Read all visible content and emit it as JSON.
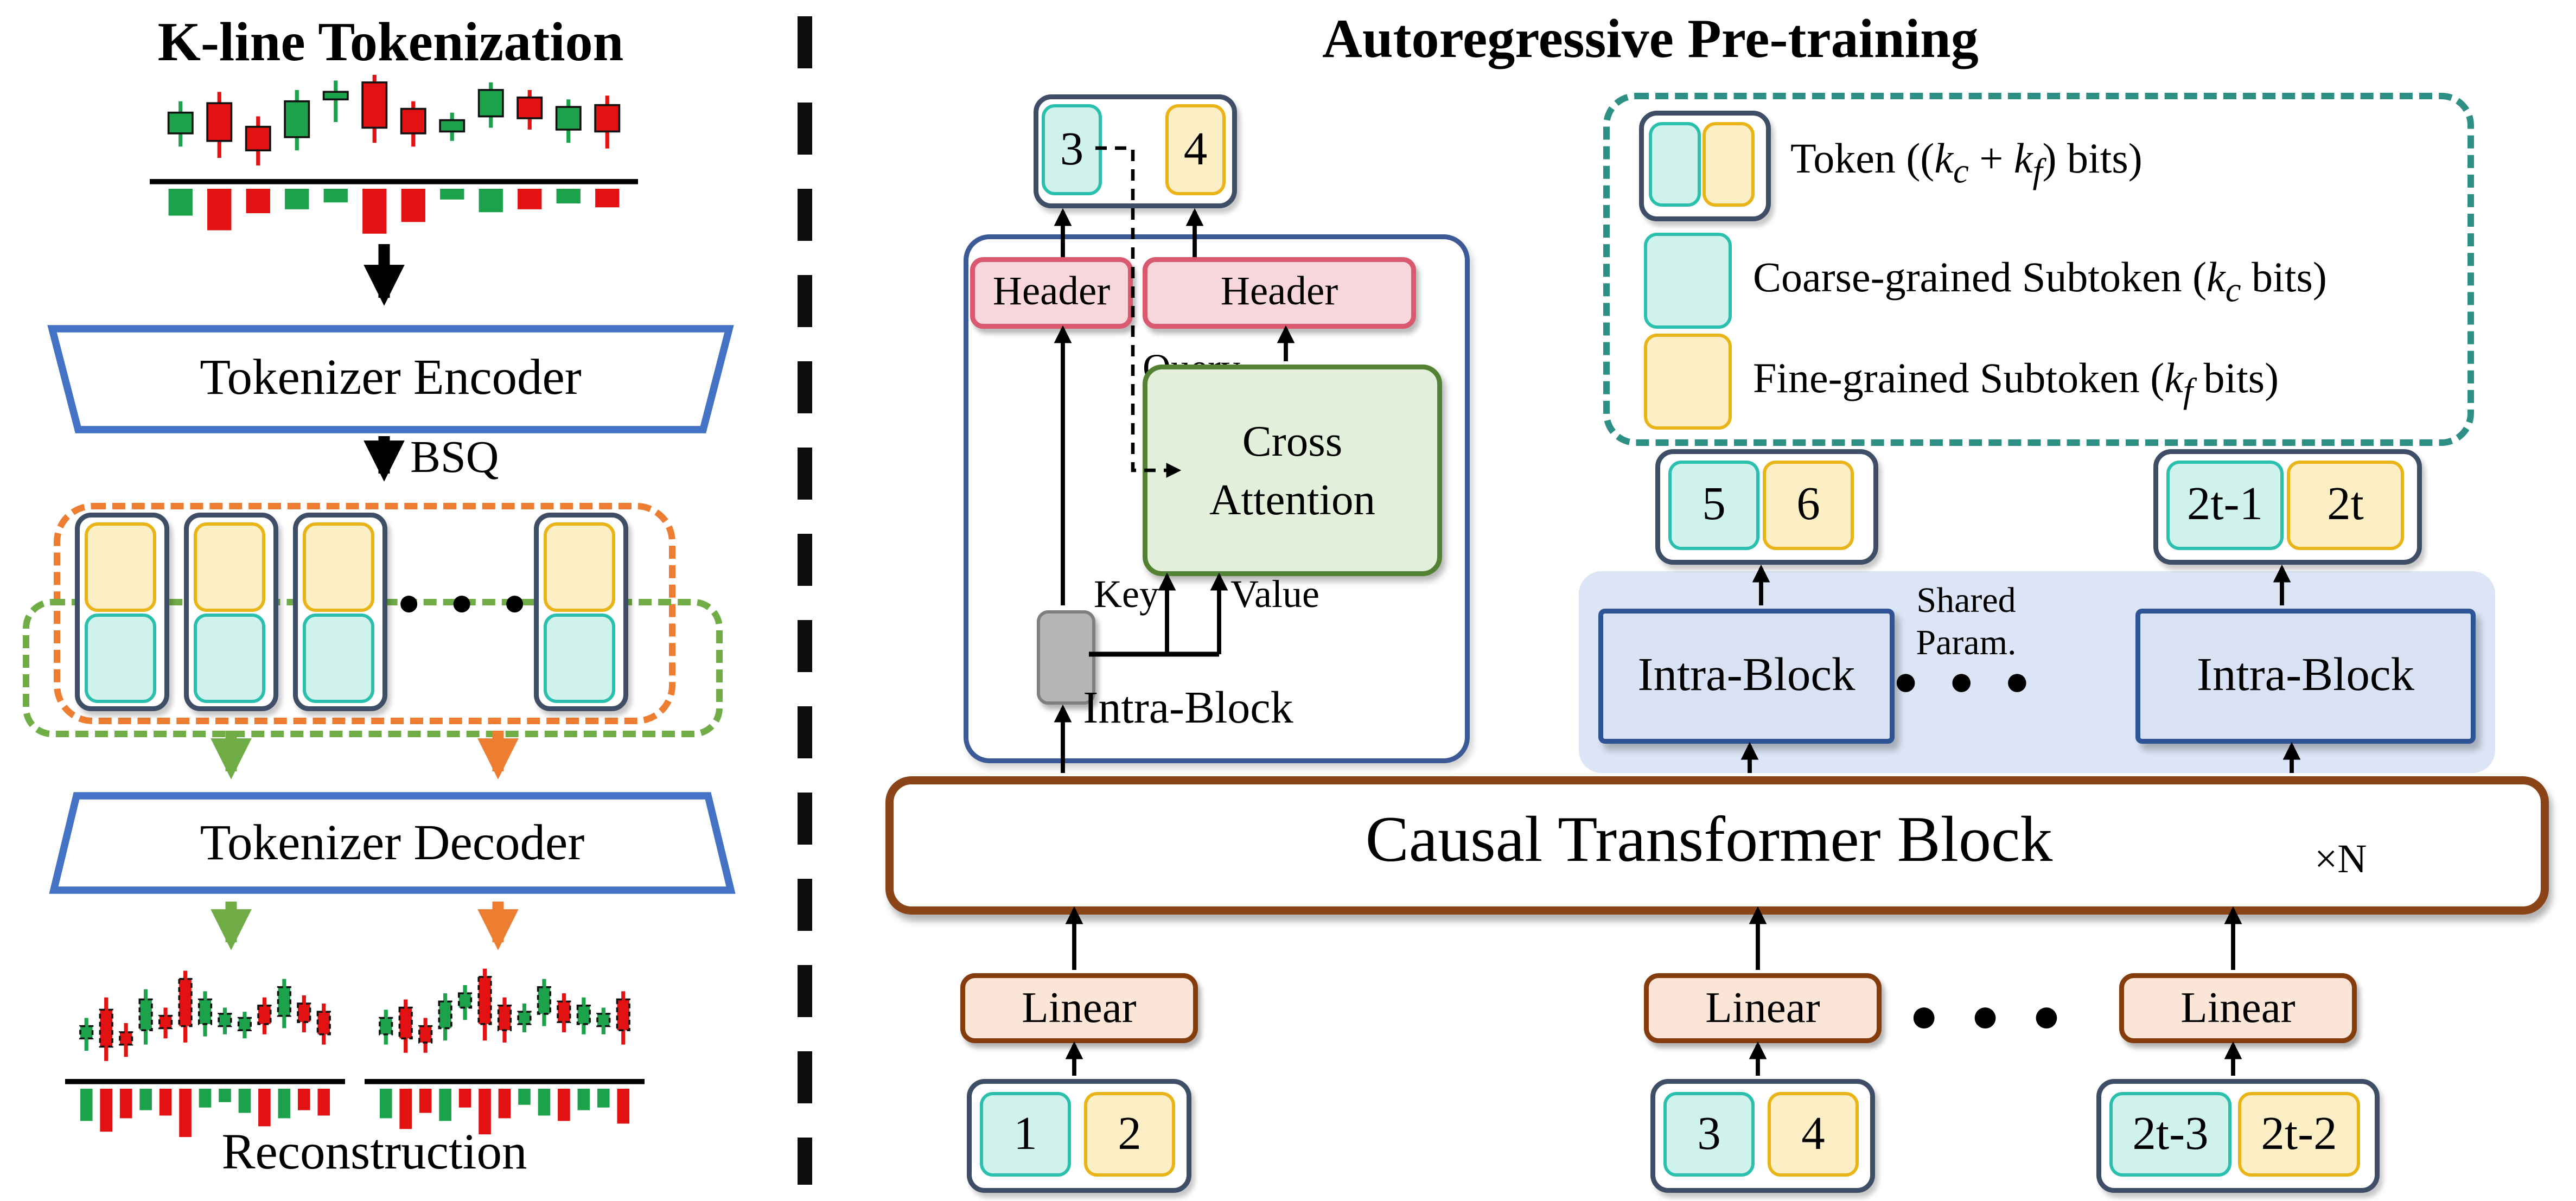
{
  "left_panel": {
    "title": "K-line Tokenization",
    "encoder_label": "Tokenizer Encoder",
    "bsq_label": "BSQ",
    "decoder_label": "Tokenizer Decoder",
    "reconstruction_label": "Reconstruction",
    "token_ellipsis": "● ● ●"
  },
  "right_panel": {
    "title": "Autoregressive Pre-training",
    "header_label": "Header",
    "cross_attention_line1": "Cross",
    "cross_attention_line2": "Attention",
    "query_label": "Query",
    "key_label": "Key",
    "value_label": "Value",
    "intra_block_label": "Intra-Block",
    "shared_param_line1": "Shared",
    "shared_param_line2": "Param.",
    "mid_ellipsis": "● ● ●",
    "bottom_ellipsis": "● ● ●",
    "causal_label": "Causal Transformer Block",
    "repeat_label": "×N",
    "linear_label": "Linear",
    "tokens": {
      "out_pair": {
        "coarse": "3",
        "fine": "4"
      },
      "pair_56": {
        "coarse": "5",
        "fine": "6"
      },
      "pair_2t": {
        "coarse": "2t-1",
        "fine": "2t"
      },
      "in_pair_1": {
        "coarse": "1",
        "fine": "2"
      },
      "in_pair_2": {
        "coarse": "3",
        "fine": "4"
      },
      "in_pair_3": {
        "coarse": "2t-3",
        "fine": "2t-2"
      }
    },
    "legend": {
      "token_html": "Token ((<i>k<sub>c</sub></i> + <i>k<sub>f</sub></i>) bits)",
      "coarse_html": "Coarse-grained Subtoken (<i>k<sub>c</sub></i> bits)",
      "fine_html": "Fine-grained Subtoken (<i>k<sub>f</sub></i> bits)"
    }
  },
  "colors": {
    "coarse_fill": "#cff2ed",
    "coarse_border": "#2bbfad",
    "fine_fill": "#fdefc5",
    "fine_border": "#e8b418",
    "token_frame": "#3d4e66",
    "header_fill": "#f8d7dc",
    "header_border": "#d9596f",
    "attention_fill": "#e2efda",
    "attention_border": "#548235",
    "gray_fill": "#b5b5b5",
    "lavender_fill": "#dce5f6",
    "intra_border": "#2f5496",
    "causal_border": "#8a4418",
    "linear_fill": "#fbe5d6",
    "linear_border": "#843c0c",
    "encoder_border": "#4472c4",
    "orange_dash": "#ed7d31",
    "green_dash": "#70ad47",
    "teal_dash": "#2e8f85",
    "candle_up": "#1ca24a",
    "candle_down": "#e31212"
  },
  "candle_charts": {
    "main": {
      "dashed": false,
      "candles": [
        {
          "c": "g",
          "hi": 28,
          "t": 40,
          "b": 62,
          "lo": 76
        },
        {
          "c": "r",
          "hi": 18,
          "t": 30,
          "b": 70,
          "lo": 88
        },
        {
          "c": "r",
          "hi": 44,
          "t": 55,
          "b": 80,
          "lo": 96
        },
        {
          "c": "g",
          "hi": 16,
          "t": 28,
          "b": 66,
          "lo": 80
        },
        {
          "c": "g",
          "hi": 6,
          "t": 18,
          "b": 26,
          "lo": 50
        },
        {
          "c": "r",
          "hi": 0,
          "t": 8,
          "b": 56,
          "lo": 72
        },
        {
          "c": "r",
          "hi": 28,
          "t": 36,
          "b": 62,
          "lo": 76
        },
        {
          "c": "g",
          "hi": 40,
          "t": 48,
          "b": 60,
          "lo": 70
        },
        {
          "c": "g",
          "hi": 8,
          "t": 16,
          "b": 44,
          "lo": 56
        },
        {
          "c": "r",
          "hi": 16,
          "t": 24,
          "b": 46,
          "lo": 58
        },
        {
          "c": "g",
          "hi": 26,
          "t": 34,
          "b": 58,
          "lo": 72
        },
        {
          "c": "r",
          "hi": 22,
          "t": 32,
          "b": 60,
          "lo": 78
        }
      ],
      "vols": [
        {
          "c": "g",
          "h": 55
        },
        {
          "c": "r",
          "h": 85
        },
        {
          "c": "r",
          "h": 50
        },
        {
          "c": "g",
          "h": 42
        },
        {
          "c": "g",
          "h": 28
        },
        {
          "c": "r",
          "h": 92
        },
        {
          "c": "r",
          "h": 68
        },
        {
          "c": "g",
          "h": 22
        },
        {
          "c": "g",
          "h": 48
        },
        {
          "c": "r",
          "h": 42
        },
        {
          "c": "g",
          "h": 30
        },
        {
          "c": "r",
          "h": 38
        }
      ]
    },
    "recon_left": {
      "dashed": true,
      "candles": [
        {
          "c": "g",
          "hi": 50,
          "t": 58,
          "b": 70,
          "lo": 82
        },
        {
          "c": "r",
          "hi": 30,
          "t": 42,
          "b": 78,
          "lo": 92
        },
        {
          "c": "r",
          "hi": 55,
          "t": 64,
          "b": 76,
          "lo": 88
        },
        {
          "c": "g",
          "hi": 22,
          "t": 32,
          "b": 62,
          "lo": 76
        },
        {
          "c": "r",
          "hi": 40,
          "t": 48,
          "b": 60,
          "lo": 70
        },
        {
          "c": "r",
          "hi": 4,
          "t": 12,
          "b": 58,
          "lo": 74
        },
        {
          "c": "g",
          "hi": 24,
          "t": 32,
          "b": 56,
          "lo": 68
        },
        {
          "c": "g",
          "hi": 40,
          "t": 46,
          "b": 58,
          "lo": 66
        },
        {
          "c": "g",
          "hi": 44,
          "t": 50,
          "b": 62,
          "lo": 70
        },
        {
          "c": "r",
          "hi": 30,
          "t": 38,
          "b": 56,
          "lo": 66
        },
        {
          "c": "g",
          "hi": 12,
          "t": 20,
          "b": 48,
          "lo": 60
        },
        {
          "c": "r",
          "hi": 28,
          "t": 36,
          "b": 54,
          "lo": 64
        },
        {
          "c": "r",
          "hi": 36,
          "t": 44,
          "b": 66,
          "lo": 76
        }
      ],
      "vols": [
        {
          "c": "g",
          "h": 60
        },
        {
          "c": "r",
          "h": 80
        },
        {
          "c": "r",
          "h": 55
        },
        {
          "c": "g",
          "h": 40
        },
        {
          "c": "r",
          "h": 50
        },
        {
          "c": "r",
          "h": 90
        },
        {
          "c": "g",
          "h": 35
        },
        {
          "c": "g",
          "h": 25
        },
        {
          "c": "g",
          "h": 45
        },
        {
          "c": "r",
          "h": 70
        },
        {
          "c": "g",
          "h": 55
        },
        {
          "c": "r",
          "h": 40
        },
        {
          "c": "r",
          "h": 50
        }
      ]
    },
    "recon_right": {
      "dashed": true,
      "candles": [
        {
          "c": "g",
          "hi": 42,
          "t": 50,
          "b": 66,
          "lo": 76
        },
        {
          "c": "r",
          "hi": 32,
          "t": 40,
          "b": 70,
          "lo": 84
        },
        {
          "c": "r",
          "hi": 50,
          "t": 58,
          "b": 74,
          "lo": 84
        },
        {
          "c": "g",
          "hi": 26,
          "t": 34,
          "b": 60,
          "lo": 72
        },
        {
          "c": "g",
          "hi": 18,
          "t": 26,
          "b": 40,
          "lo": 52
        },
        {
          "c": "r",
          "hi": 2,
          "t": 10,
          "b": 56,
          "lo": 72
        },
        {
          "c": "r",
          "hi": 30,
          "t": 38,
          "b": 62,
          "lo": 74
        },
        {
          "c": "g",
          "hi": 36,
          "t": 44,
          "b": 56,
          "lo": 64
        },
        {
          "c": "g",
          "hi": 12,
          "t": 20,
          "b": 46,
          "lo": 58
        },
        {
          "c": "r",
          "hi": 26,
          "t": 34,
          "b": 54,
          "lo": 64
        },
        {
          "c": "g",
          "hi": 30,
          "t": 38,
          "b": 56,
          "lo": 66
        },
        {
          "c": "g",
          "hi": 40,
          "t": 46,
          "b": 58,
          "lo": 66
        },
        {
          "c": "r",
          "hi": 24,
          "t": 32,
          "b": 62,
          "lo": 76
        }
      ],
      "vols": [
        {
          "c": "g",
          "h": 55
        },
        {
          "c": "r",
          "h": 75
        },
        {
          "c": "r",
          "h": 45
        },
        {
          "c": "g",
          "h": 60
        },
        {
          "c": "r",
          "h": 35
        },
        {
          "c": "r",
          "h": 85
        },
        {
          "c": "r",
          "h": 55
        },
        {
          "c": "g",
          "h": 30
        },
        {
          "c": "g",
          "h": 50
        },
        {
          "c": "r",
          "h": 60
        },
        {
          "c": "g",
          "h": 40
        },
        {
          "c": "g",
          "h": 35
        },
        {
          "c": "r",
          "h": 65
        }
      ]
    }
  }
}
